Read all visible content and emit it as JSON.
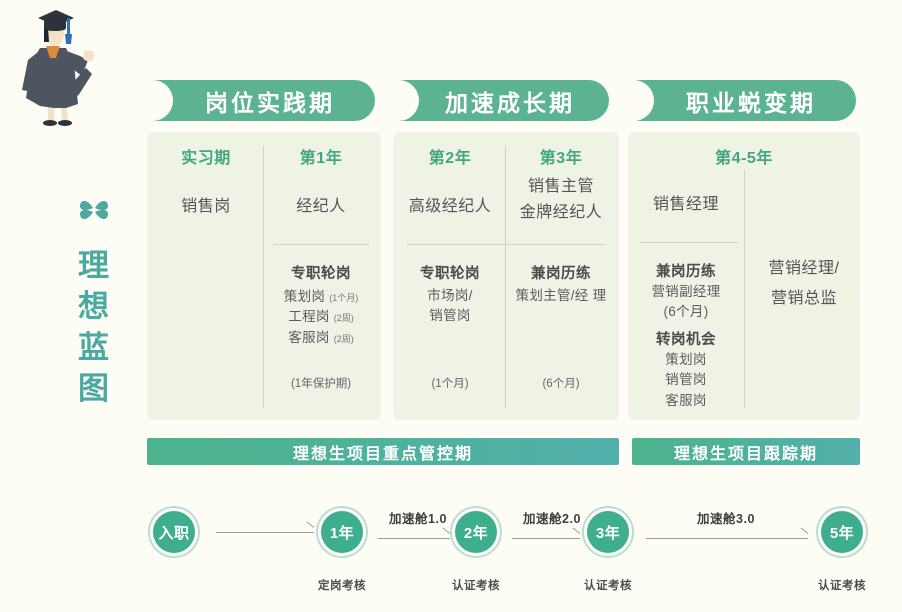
{
  "brand": {
    "icon": "clover-icon",
    "title_chars": [
      "理",
      "想",
      "蓝",
      "图"
    ],
    "color": "#4aa9a0"
  },
  "illustration": {
    "name": "graduate-figure",
    "gown_color": "#4c5560",
    "tassel_color": "#2f6fb5",
    "skin_color": "#f2e0c0"
  },
  "colors": {
    "banner_green": "#5cb392",
    "panel_bg": "#eef3e6",
    "page_bg": "#fdfdf6",
    "head_green": "#45a77f",
    "node_green": "#3fae8e",
    "node_ring": "#b9ded2",
    "bar_start": "#4db38c",
    "bar_end": "#52b0ac"
  },
  "stages": [
    {
      "banner": "岗位实践期",
      "columns": [
        {
          "head": "实习期",
          "role": "销售岗",
          "blocks": []
        },
        {
          "head": "第1年",
          "role": "经纪人",
          "blocks": [
            {
              "title": "专职轮岗",
              "items": [
                {
                  "label": "策划岗",
                  "note": "(1个月)"
                },
                {
                  "label": "工程岗",
                  "note": "(2周)"
                },
                {
                  "label": "客服岗",
                  "note": "(2周)"
                }
              ]
            }
          ],
          "footnote": "(1年保护期)"
        }
      ]
    },
    {
      "banner": "加速成长期",
      "columns": [
        {
          "head": "第2年",
          "role": "高级经纪人",
          "blocks": [
            {
              "title": "专职轮岗",
              "lines": [
                "市场岗/",
                "销管岗"
              ]
            }
          ],
          "footnote": "(1个月)"
        },
        {
          "head": "第3年",
          "role": "销售主管\n金牌经纪人",
          "role_lines": [
            "销售主管",
            "金牌经纪人"
          ],
          "blocks": [
            {
              "title": "兼岗历练",
              "lines": [
                "策划主管/经 理"
              ]
            }
          ],
          "footnote": "(6个月)"
        }
      ]
    },
    {
      "banner": "职业蜕变期",
      "head": "第4-5年",
      "left": {
        "role": "销售经理",
        "blocks": [
          {
            "title": "兼岗历练",
            "lines": [
              "营销副经理",
              "(6个月)"
            ]
          },
          {
            "title": "转岗机会",
            "lines": [
              "策划岗",
              "销管岗",
              "客服岗"
            ]
          }
        ]
      },
      "right": {
        "lines": [
          "营销经理/",
          "营销总监"
        ]
      }
    }
  ],
  "phase_bars": [
    {
      "label": "理想生项目重点管控期"
    },
    {
      "label": "理想生项目跟踪期"
    }
  ],
  "timeline": {
    "nodes": [
      {
        "label": "入职",
        "gate": ""
      },
      {
        "label": "1年",
        "gate": "定岗考核"
      },
      {
        "label": "2年",
        "gate": "认证考核"
      },
      {
        "label": "3年",
        "gate": "认证考核"
      },
      {
        "label": "5年",
        "gate": "认证考核"
      }
    ],
    "accelerators": [
      "",
      "加速舱1.0",
      "加速舱2.0",
      "加速舱3.0"
    ]
  }
}
